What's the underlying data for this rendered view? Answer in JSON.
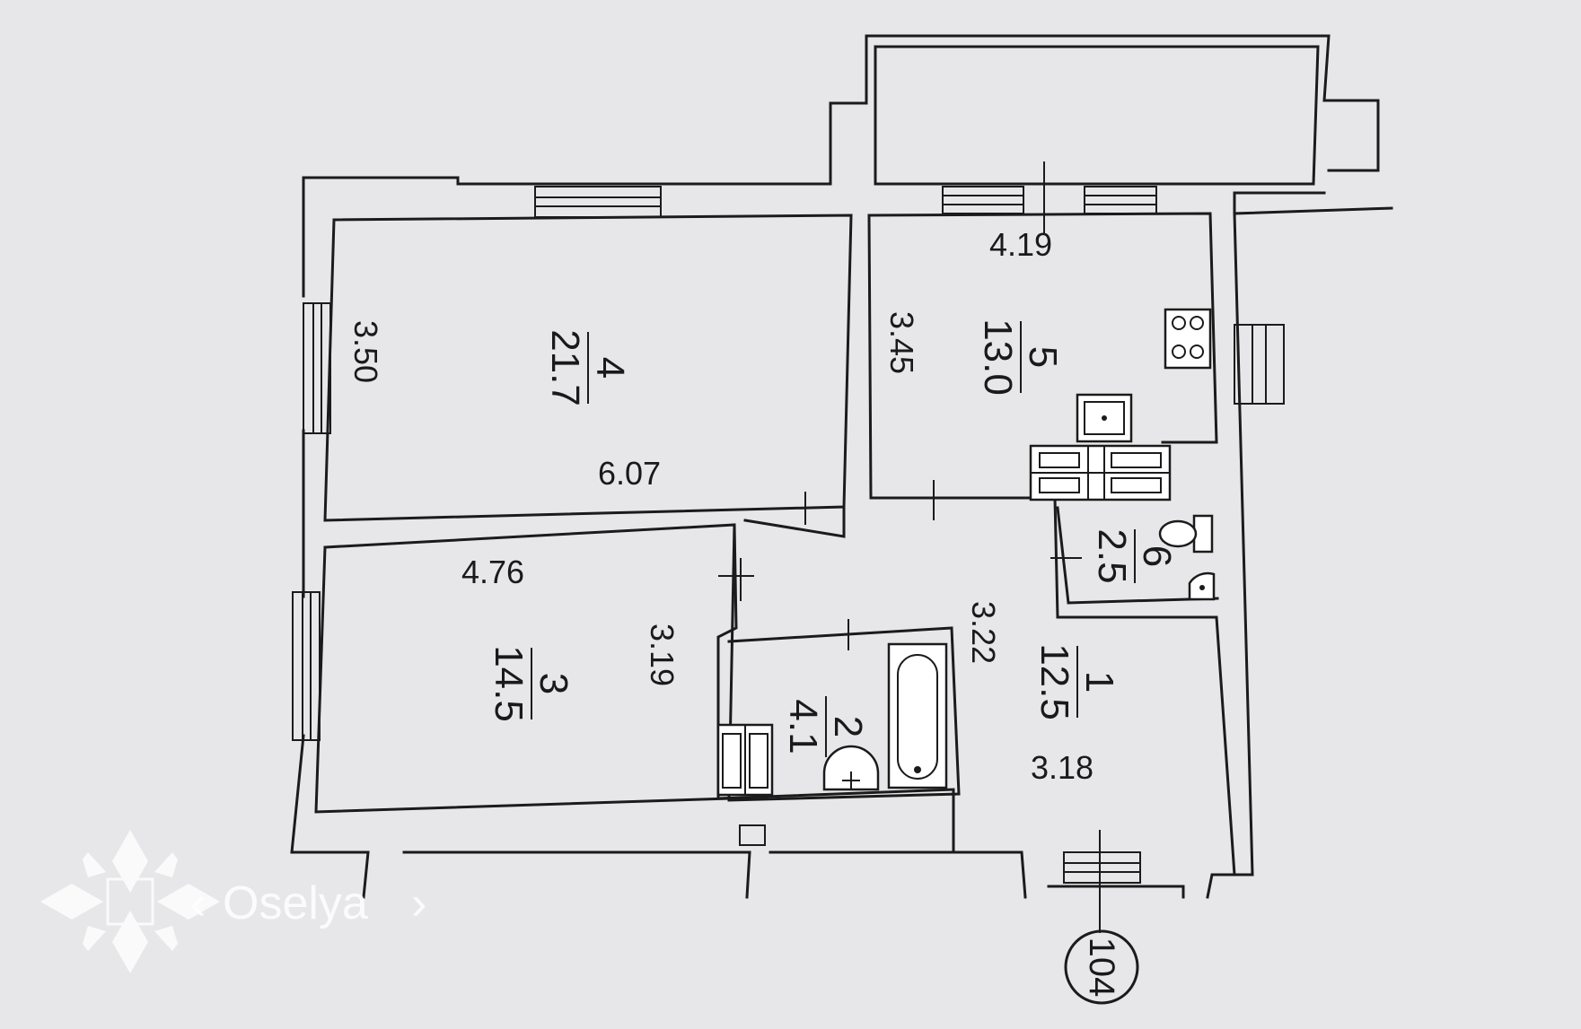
{
  "apartment_number": "104",
  "watermark": "Oselya",
  "rooms": [
    {
      "id": "room-4",
      "number": "4",
      "area": "21.7"
    },
    {
      "id": "room-5",
      "number": "5",
      "area": "13.0"
    },
    {
      "id": "room-3",
      "number": "3",
      "area": "14.5"
    },
    {
      "id": "room-2",
      "number": "2",
      "area": "4.1"
    },
    {
      "id": "room-1",
      "number": "1",
      "area": "12.5"
    },
    {
      "id": "room-6",
      "number": "6",
      "area": "2.5"
    }
  ],
  "dimensions": {
    "room4_width": "6.07",
    "room4_depth": "3.50",
    "room5_width": "4.19",
    "room5_depth": "3.45",
    "room3_width": "4.76",
    "room3_depth": "3.19",
    "room1_depth": "3.22",
    "room1_width": "3.18"
  },
  "colors": {
    "background": "#e7e7e9",
    "lines": "#1b1b1b",
    "watermark": "#ffffff"
  }
}
